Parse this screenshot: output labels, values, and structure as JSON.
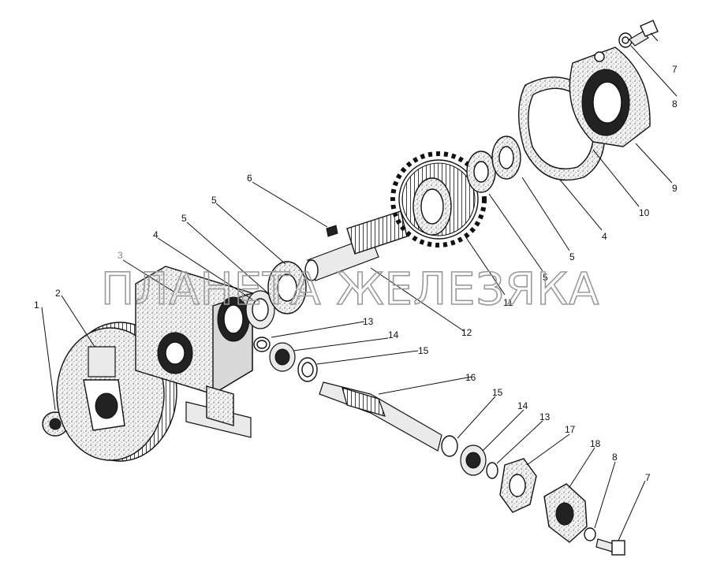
{
  "diagram": {
    "watermark": "ПЛАНЕТА ЖЕЛЕЗЯКА",
    "callouts": [
      "1",
      "2",
      "3",
      "4",
      "5",
      "5",
      "6",
      "7",
      "7",
      "8",
      "8",
      "9",
      "10",
      "4",
      "5",
      "5",
      "11",
      "12",
      "13",
      "14",
      "15",
      "16",
      "15",
      "14",
      "13",
      "17",
      "18"
    ]
  }
}
